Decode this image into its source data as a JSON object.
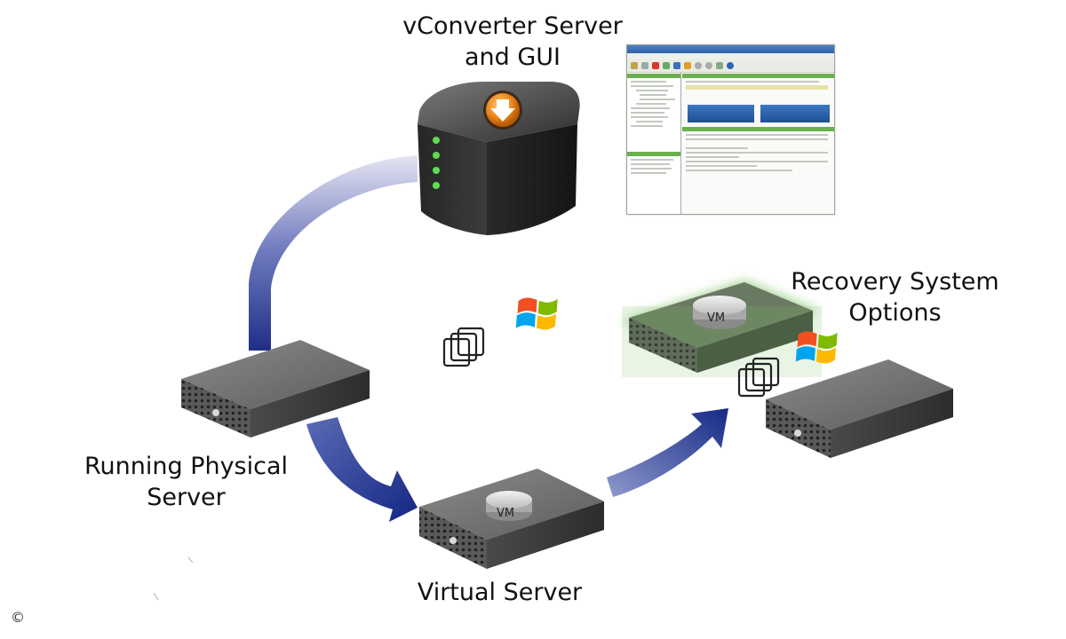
{
  "labels": {
    "vconverter": [
      "vConverter Server",
      "and GUI"
    ],
    "recovery": [
      "Recovery System",
      "Options"
    ],
    "running": [
      "Running Physical",
      "Server"
    ],
    "virtual": "Virtual Server"
  },
  "vm_badge": "VM",
  "copyright": "©",
  "colors": {
    "arrow_dark": "#1e2f86",
    "arrow_light": "#c9cfe8",
    "server_dark": "#3a3a3a",
    "server_light": "#9a9a9a",
    "highlight_green": "#7fc46a",
    "cube_orange": "#f08a1c"
  },
  "icons": [
    "windows-logo-icon",
    "vmware-logo-icon",
    "download-arrow-icon"
  ]
}
